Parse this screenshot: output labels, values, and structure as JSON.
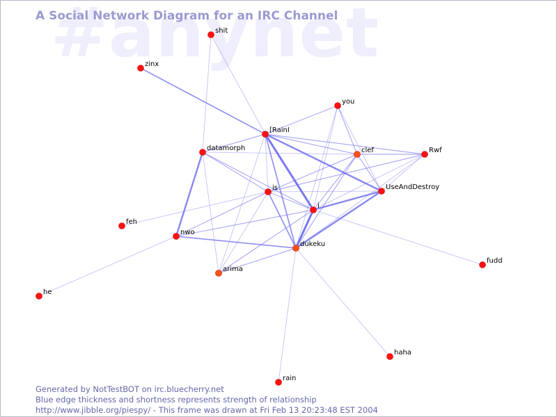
{
  "header": {
    "title": "A Social Network Diagram for an IRC Channel",
    "watermark": "#anynet"
  },
  "colors": {
    "node": "#ff1111",
    "node_highlight": "#ff5511",
    "edge": "#6a6aee",
    "title": "#9a9ad0",
    "watermark": "#eeeefc",
    "footer": "#6666aa"
  },
  "graph": {
    "nodes": [
      {
        "id": "shit",
        "label": "shit"
      },
      {
        "id": "zinx",
        "label": "zinx"
      },
      {
        "id": "you",
        "label": "you"
      },
      {
        "id": "IRainI",
        "label": "[RainI"
      },
      {
        "id": "datamorph",
        "label": "datamorph"
      },
      {
        "id": "clef",
        "label": "clef",
        "highlight": true
      },
      {
        "id": "Rwf",
        "label": "Rwf"
      },
      {
        "id": "is",
        "label": "is"
      },
      {
        "id": "UseAndDestroy",
        "label": "UseAndDestroy"
      },
      {
        "id": "i",
        "label": "i"
      },
      {
        "id": "feh",
        "label": "feh"
      },
      {
        "id": "nwo",
        "label": "nwo"
      },
      {
        "id": "dukeku",
        "label": "dukeku",
        "highlight": true
      },
      {
        "id": "arima",
        "label": "arima",
        "highlight": true
      },
      {
        "id": "fudd",
        "label": "fudd"
      },
      {
        "id": "he",
        "label": "he"
      },
      {
        "id": "haha",
        "label": "haha"
      },
      {
        "id": "rain",
        "label": "rain"
      }
    ],
    "edges": [
      {
        "s": "shit",
        "t": "IRainI",
        "w": 1
      },
      {
        "s": "shit",
        "t": "datamorph",
        "w": 1
      },
      {
        "s": "zinx",
        "t": "IRainI",
        "w": 3
      },
      {
        "s": "IRainI",
        "t": "you",
        "w": 2
      },
      {
        "s": "IRainI",
        "t": "datamorph",
        "w": 2
      },
      {
        "s": "IRainI",
        "t": "i",
        "w": 5
      },
      {
        "s": "IRainI",
        "t": "UseAndDestroy",
        "w": 4
      },
      {
        "s": "IRainI",
        "t": "clef",
        "w": 2
      },
      {
        "s": "IRainI",
        "t": "Rwf",
        "w": 2
      },
      {
        "s": "IRainI",
        "t": "is",
        "w": 1
      },
      {
        "s": "IRainI",
        "t": "dukeku",
        "w": 3
      },
      {
        "s": "IRainI",
        "t": "arima",
        "w": 1
      },
      {
        "s": "you",
        "t": "clef",
        "w": 2
      },
      {
        "s": "you",
        "t": "UseAndDestroy",
        "w": 1
      },
      {
        "s": "you",
        "t": "dukeku",
        "w": 1
      },
      {
        "s": "you",
        "t": "i",
        "w": 1
      },
      {
        "s": "clef",
        "t": "Rwf",
        "w": 2
      },
      {
        "s": "clef",
        "t": "UseAndDestroy",
        "w": 2
      },
      {
        "s": "clef",
        "t": "dukeku",
        "w": 2
      },
      {
        "s": "clef",
        "t": "is",
        "w": 2
      },
      {
        "s": "clef",
        "t": "i",
        "w": 2
      },
      {
        "s": "clef",
        "t": "datamorph",
        "w": 1
      },
      {
        "s": "Rwf",
        "t": "is",
        "w": 2
      },
      {
        "s": "Rwf",
        "t": "i",
        "w": 1
      },
      {
        "s": "Rwf",
        "t": "UseAndDestroy",
        "w": 1
      },
      {
        "s": "Rwf",
        "t": "dukeku",
        "w": 1
      },
      {
        "s": "datamorph",
        "t": "nwo",
        "w": 4
      },
      {
        "s": "datamorph",
        "t": "is",
        "w": 2
      },
      {
        "s": "datamorph",
        "t": "i",
        "w": 2
      },
      {
        "s": "datamorph",
        "t": "arima",
        "w": 1
      },
      {
        "s": "is",
        "t": "i",
        "w": 2
      },
      {
        "s": "is",
        "t": "dukeku",
        "w": 3
      },
      {
        "s": "is",
        "t": "nwo",
        "w": 2
      },
      {
        "s": "is",
        "t": "arima",
        "w": 1
      },
      {
        "s": "is",
        "t": "feh",
        "w": 1
      },
      {
        "s": "is",
        "t": "UseAndDestroy",
        "w": 1
      },
      {
        "s": "UseAndDestroy",
        "t": "i",
        "w": 4
      },
      {
        "s": "UseAndDestroy",
        "t": "dukeku",
        "w": 4
      },
      {
        "s": "i",
        "t": "dukeku",
        "w": 5
      },
      {
        "s": "i",
        "t": "nwo",
        "w": 2
      },
      {
        "s": "i",
        "t": "arima",
        "w": 2
      },
      {
        "s": "i",
        "t": "fudd",
        "w": 1
      },
      {
        "s": "nwo",
        "t": "dukeku",
        "w": 3
      },
      {
        "s": "nwo",
        "t": "he",
        "w": 1
      },
      {
        "s": "dukeku",
        "t": "arima",
        "w": 2
      },
      {
        "s": "dukeku",
        "t": "rain",
        "w": 1
      },
      {
        "s": "dukeku",
        "t": "haha",
        "w": 1
      }
    ]
  },
  "footer": {
    "line1": "Generated by NotTestBOT on irc.bluecherry.net",
    "line2": "Blue edge thickness and shortness represents strength of relationship",
    "line3": "http://www.jibble.org/piespy/ - This frame was drawn at Fri Feb 13 20:23:48 EST 2004"
  }
}
